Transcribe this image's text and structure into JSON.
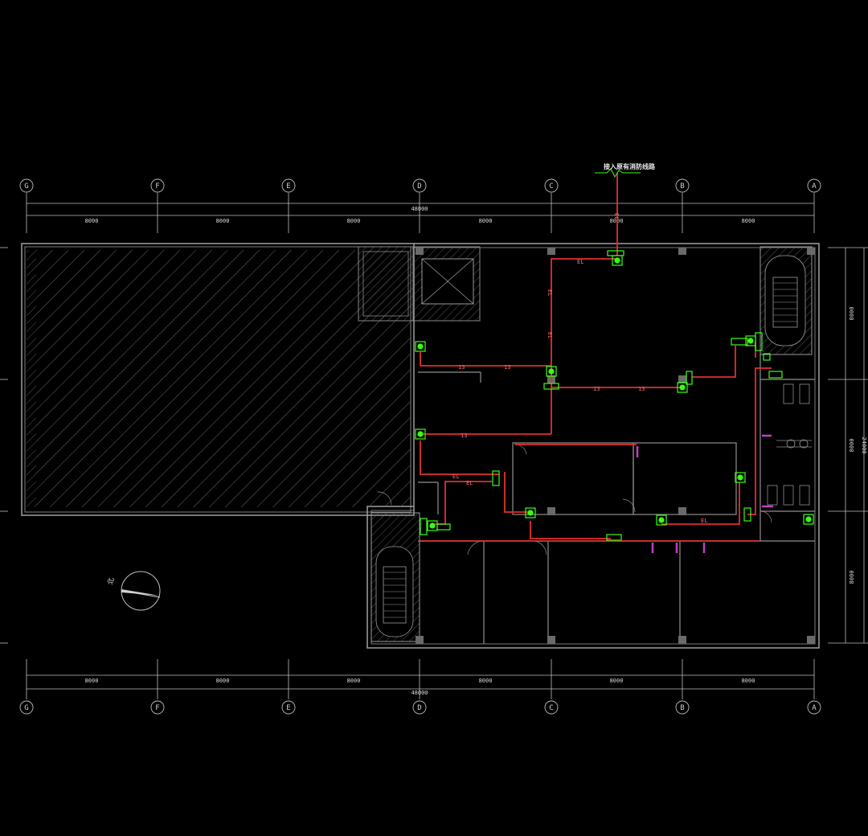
{
  "drawing": {
    "background": "#000000",
    "annotation_note": "接入原有消防线路",
    "grid_columns_top": [
      "G",
      "F",
      "E",
      "D",
      "C",
      "B",
      "A"
    ],
    "grid_columns_bottom": [
      "G",
      "F",
      "E",
      "D",
      "C",
      "B",
      "A"
    ],
    "dims_top": [
      "8000",
      "8000",
      "8000",
      "8000",
      "8000",
      "8000"
    ],
    "dims_bottom": [
      "8000",
      "8000",
      "8000",
      "8000",
      "8000",
      "8000"
    ],
    "total_top": "48000",
    "total_bottom": "48000",
    "dims_right": [
      "8000",
      "8000",
      "8000"
    ],
    "total_right": "24000",
    "route_labels": [
      "EL",
      "EL",
      "EL",
      "13",
      "13",
      "13",
      "13",
      "13",
      "EL",
      "EL",
      "EL",
      "EL"
    ],
    "north_label": "北"
  },
  "colors": {
    "wall": "#9a9a9a",
    "wall_dark": "#6f6f6f",
    "route": "#e0302f",
    "device": "#39ff14",
    "door": "#c040c0",
    "hatch": "#7a7a7a",
    "text": "#d8d8d8"
  }
}
